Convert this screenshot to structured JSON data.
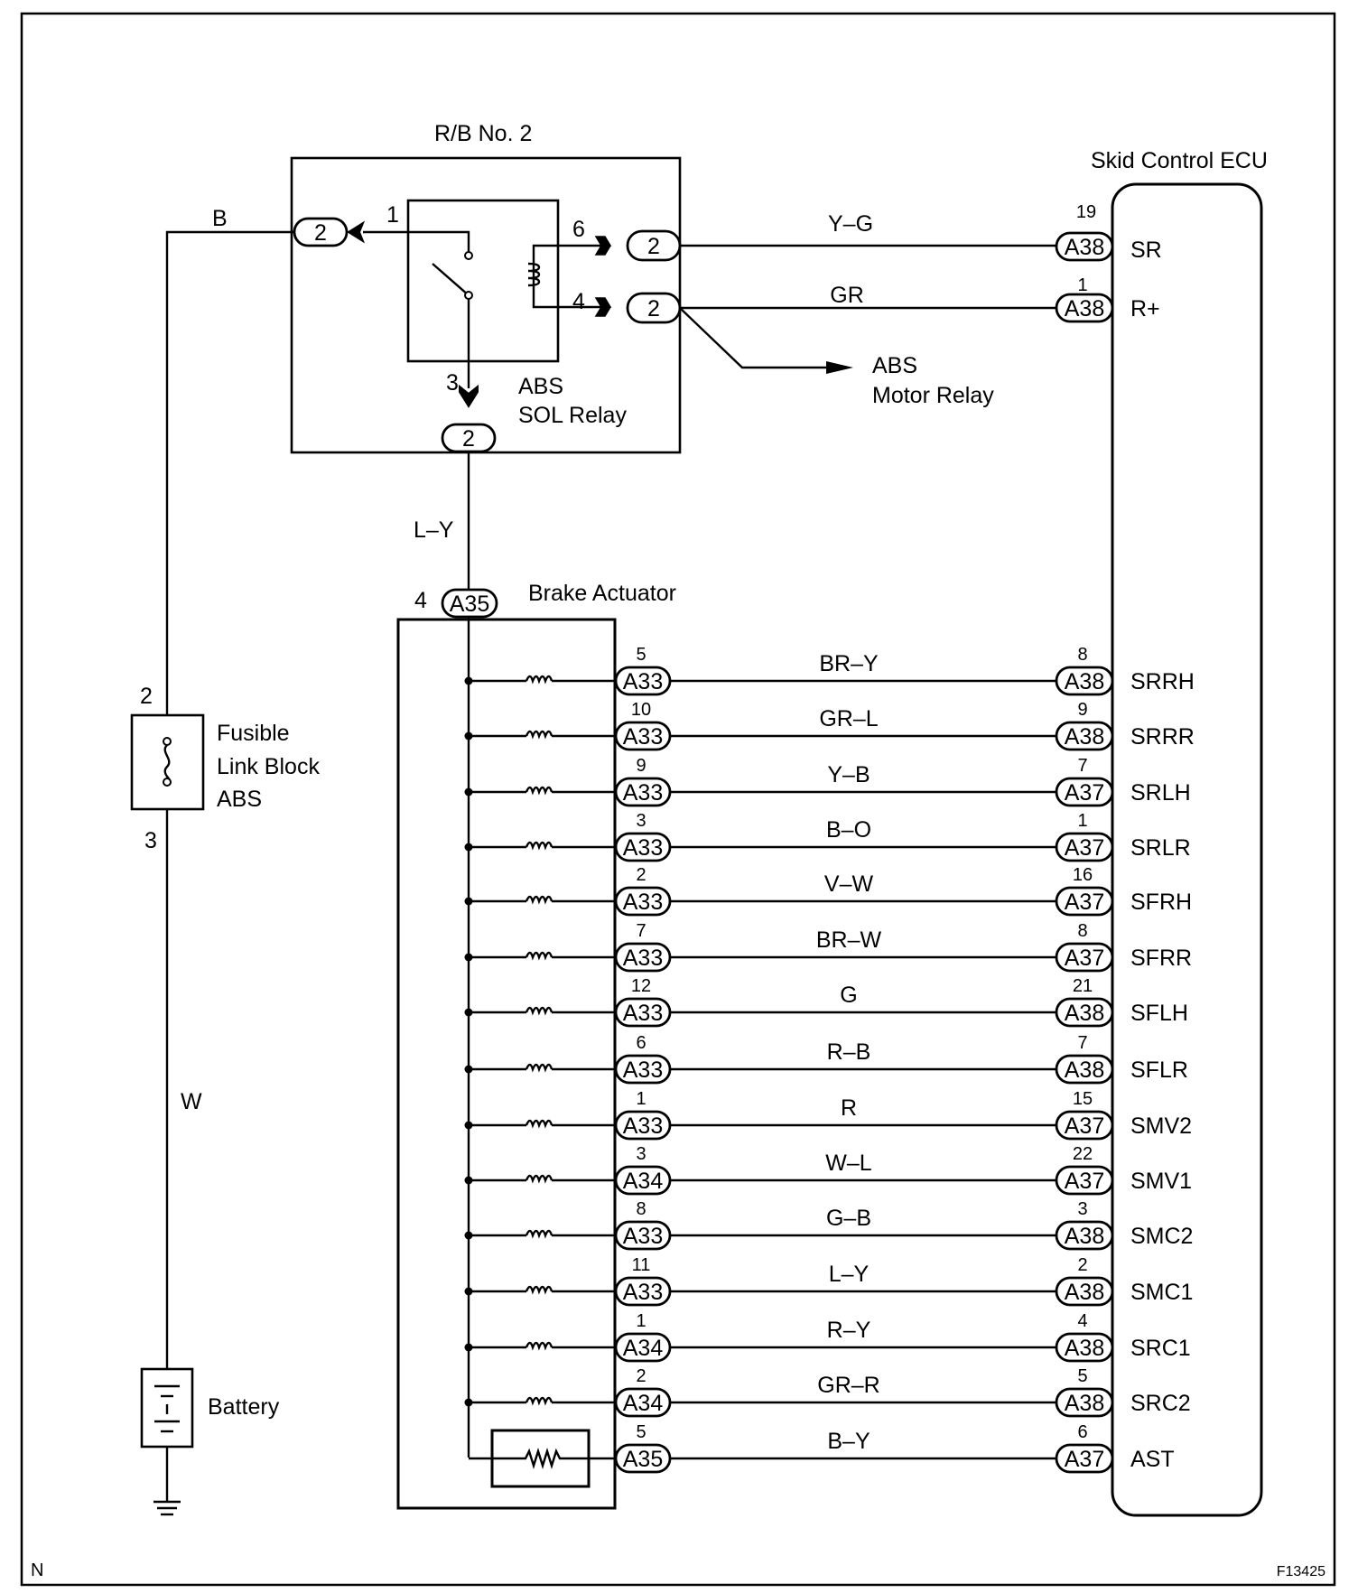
{
  "labels": {
    "rb_title": "R/B No. 2",
    "ecu_title": "Skid Control ECU",
    "sol_relay_line1": "ABS",
    "sol_relay_line2": "SOL Relay",
    "motor_relay_line1": "ABS",
    "motor_relay_line2": "Motor Relay",
    "brake_actuator": "Brake Actuator",
    "fusible_line1": "Fusible",
    "fusible_line2": "Link Block",
    "fusible_line3": "ABS",
    "battery": "Battery",
    "corner_left": "N",
    "corner_right": "F13425"
  },
  "wires": {
    "b": "B",
    "w": "W",
    "ly": "L–Y",
    "yg": "Y–G",
    "gr": "GR"
  },
  "pins": {
    "fuse_top": "2",
    "fuse_bottom": "3",
    "relay_1": "1",
    "relay_3": "3",
    "relay_4": "4",
    "relay_6": "6",
    "a35_top": "4"
  },
  "connectors": {
    "rb": "2",
    "a35": "A35",
    "a38": "A38"
  },
  "ecu_top": [
    {
      "terminal": "SR",
      "pin": "19",
      "wire": "Y–G"
    },
    {
      "terminal": "R+",
      "pin": "1",
      "wire": "GR"
    }
  ],
  "rows": [
    {
      "left_conn": "A33",
      "left_pin": "5",
      "wire": "BR–Y",
      "right_conn": "A38",
      "right_pin": "8",
      "terminal": "SRRH"
    },
    {
      "left_conn": "A33",
      "left_pin": "10",
      "wire": "GR–L",
      "right_conn": "A38",
      "right_pin": "9",
      "terminal": "SRRR"
    },
    {
      "left_conn": "A33",
      "left_pin": "9",
      "wire": "Y–B",
      "right_conn": "A37",
      "right_pin": "7",
      "terminal": "SRLH"
    },
    {
      "left_conn": "A33",
      "left_pin": "3",
      "wire": "B–O",
      "right_conn": "A37",
      "right_pin": "1",
      "terminal": "SRLR"
    },
    {
      "left_conn": "A33",
      "left_pin": "2",
      "wire": "V–W",
      "right_conn": "A37",
      "right_pin": "16",
      "terminal": "SFRH"
    },
    {
      "left_conn": "A33",
      "left_pin": "7",
      "wire": "BR–W",
      "right_conn": "A37",
      "right_pin": "8",
      "terminal": "SFRR"
    },
    {
      "left_conn": "A33",
      "left_pin": "12",
      "wire": "G",
      "right_conn": "A38",
      "right_pin": "21",
      "terminal": "SFLH"
    },
    {
      "left_conn": "A33",
      "left_pin": "6",
      "wire": "R–B",
      "right_conn": "A38",
      "right_pin": "7",
      "terminal": "SFLR"
    },
    {
      "left_conn": "A33",
      "left_pin": "1",
      "wire": "R",
      "right_conn": "A37",
      "right_pin": "15",
      "terminal": "SMV2"
    },
    {
      "left_conn": "A34",
      "left_pin": "3",
      "wire": "W–L",
      "right_conn": "A37",
      "right_pin": "22",
      "terminal": "SMV1"
    },
    {
      "left_conn": "A33",
      "left_pin": "8",
      "wire": "G–B",
      "right_conn": "A38",
      "right_pin": "3",
      "terminal": "SMC2"
    },
    {
      "left_conn": "A33",
      "left_pin": "11",
      "wire": "L–Y",
      "right_conn": "A38",
      "right_pin": "2",
      "terminal": "SMC1"
    },
    {
      "left_conn": "A34",
      "left_pin": "1",
      "wire": "R–Y",
      "right_conn": "A38",
      "right_pin": "4",
      "terminal": "SRC1"
    },
    {
      "left_conn": "A34",
      "left_pin": "2",
      "wire": "GR–R",
      "right_conn": "A38",
      "right_pin": "5",
      "terminal": "SRC2"
    },
    {
      "left_conn": "A35",
      "left_pin": "5",
      "wire": "B–Y",
      "right_conn": "A37",
      "right_pin": "6",
      "terminal": "AST"
    }
  ]
}
